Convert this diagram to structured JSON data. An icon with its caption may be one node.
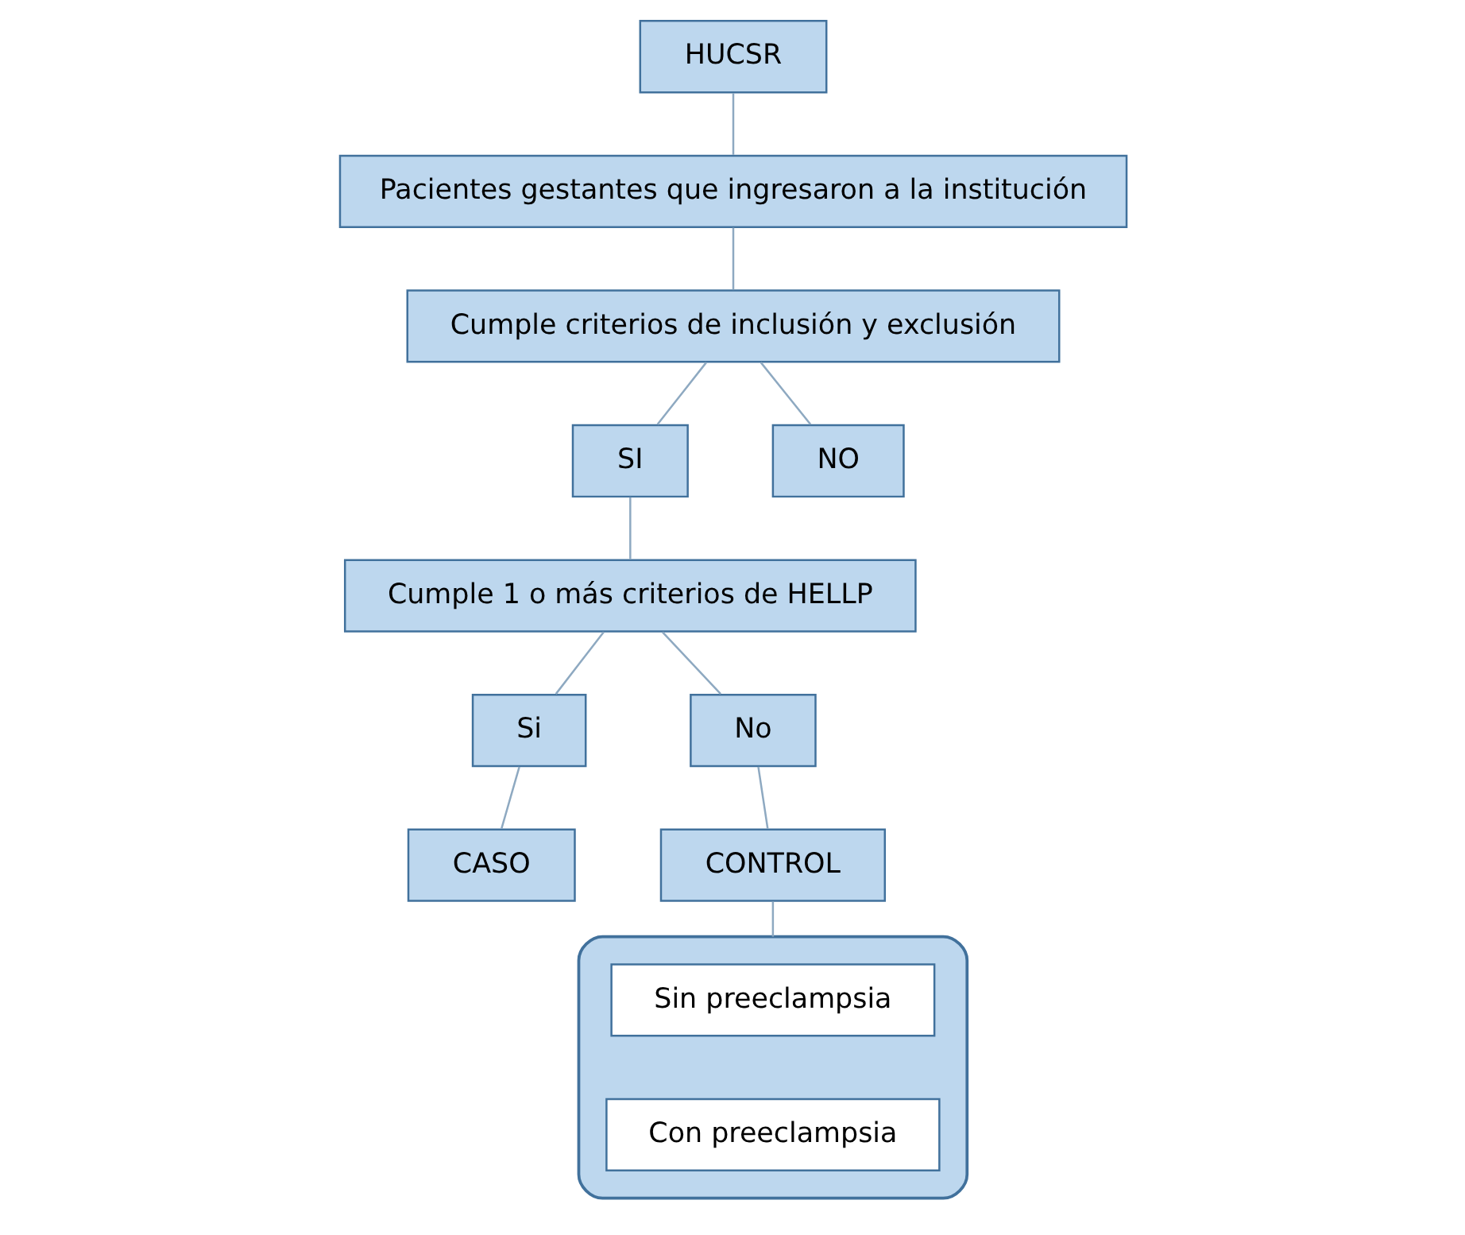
{
  "diagram": {
    "nodes": [
      {
        "text": [
          "HUCSR"
        ]
      },
      {
        "text": [
          "Pacientes gestantes que ingresaron a la institución"
        ]
      },
      {
        "text": [
          "Cumple criterios de inclusión y exclusión"
        ]
      },
      {
        "text": [
          "SI"
        ]
      },
      {
        "text": [
          "NO"
        ]
      },
      {
        "text": [
          "Cumple 1 o más criterios de HELLP"
        ]
      },
      {
        "text": [
          "Si"
        ]
      },
      {
        "text": [
          "No"
        ]
      },
      {
        "text": [
          "CASO"
        ]
      },
      {
        "text": [
          "CONTROL"
        ]
      },
      {
        "text": [],
        "shape": "box"
      },
      {
        "text": [
          "Sin preeclampsia"
        ],
        "in": 10
      },
      {
        "text": [
          "Con preeclampsia"
        ],
        "in": 10
      }
    ],
    "edges": [
      {
        "from": 0,
        "to": 1,
        "arrow": "none"
      },
      {
        "from": 1,
        "to": 2,
        "arrow": "none"
      },
      {
        "from": 2,
        "to": 3,
        "arrow": "none"
      },
      {
        "from": 2,
        "to": 4,
        "arrow": "none"
      },
      {
        "from": 3,
        "to": 5,
        "arrow": "none"
      },
      {
        "from": 5,
        "to": 6,
        "arrow": "none"
      },
      {
        "from": 5,
        "to": 7,
        "arrow": "none"
      },
      {
        "from": 6,
        "to": 8,
        "arrow": "none"
      },
      {
        "from": 7,
        "to": 9,
        "arrow": "none"
      },
      {
        "from": 9,
        "to": 10,
        "arrow": "none"
      }
    ]
  }
}
